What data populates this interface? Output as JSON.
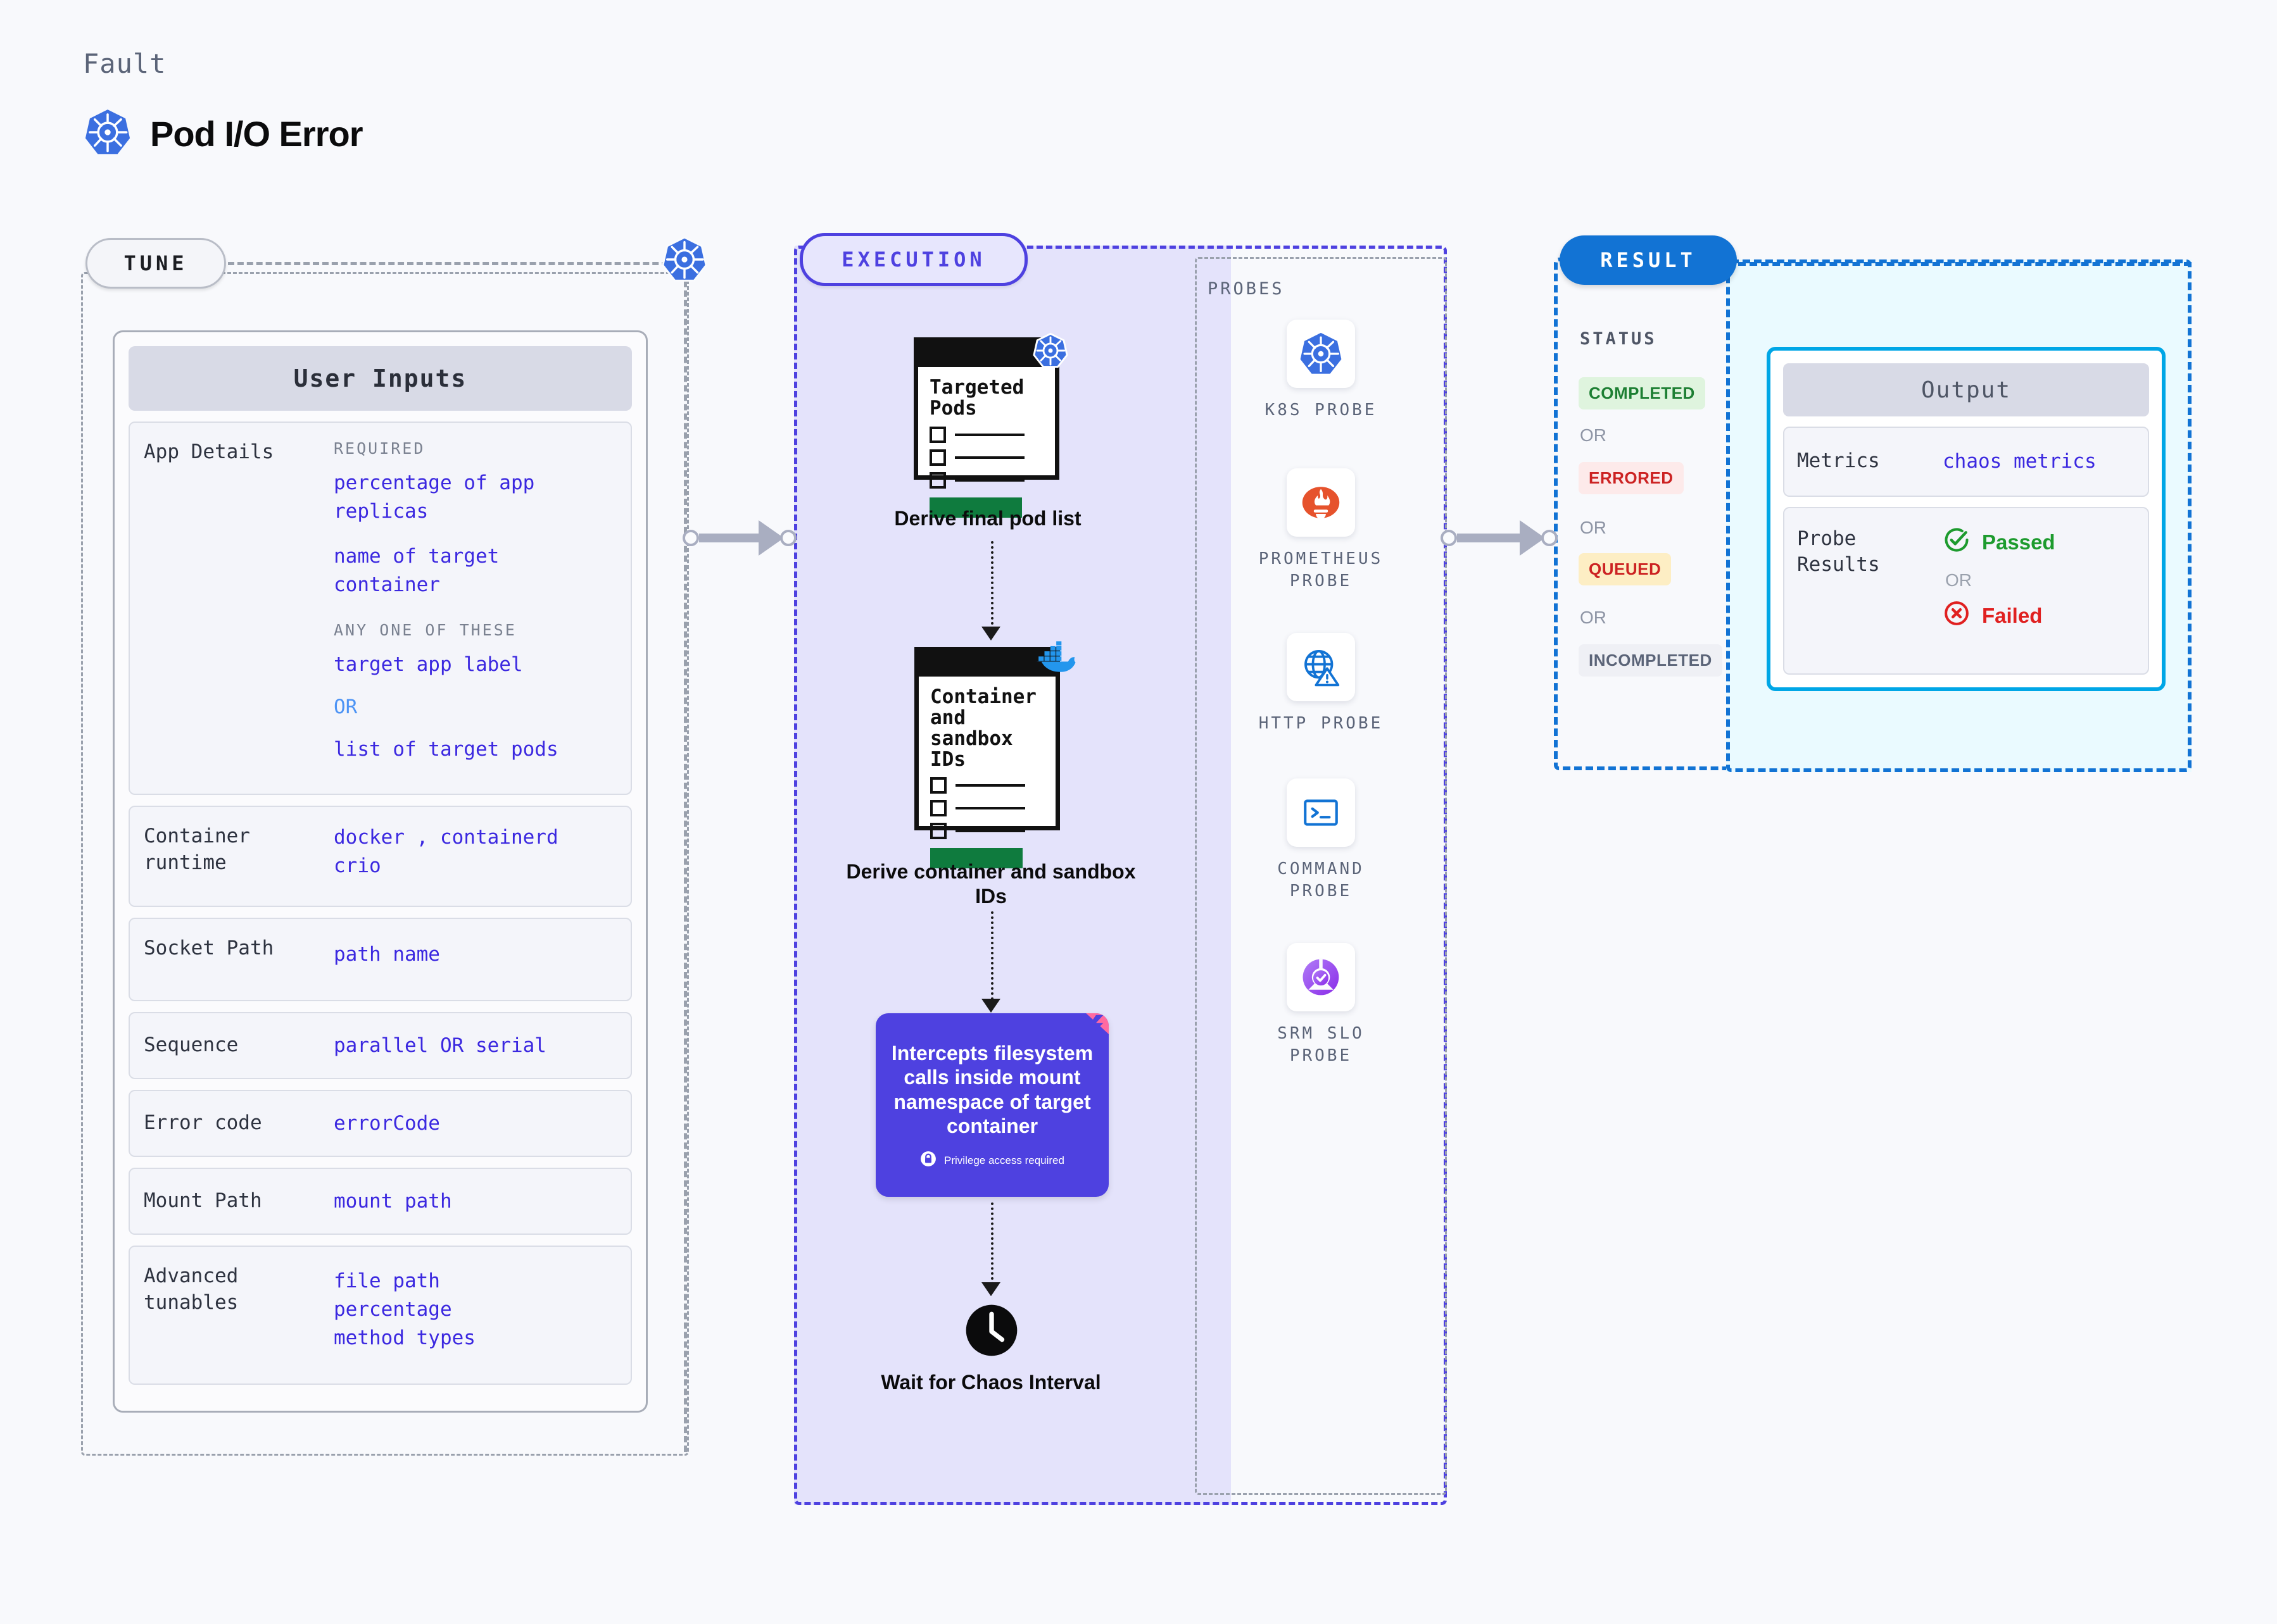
{
  "header": {
    "kicker": "Fault",
    "title": "Pod I/O Error",
    "icon": "kubernetes-icon"
  },
  "tune": {
    "pill": "TUNE",
    "card_title": "User Inputs",
    "badge_icon": "kubernetes-icon",
    "fields": [
      {
        "label": "App Details",
        "groups": [
          {
            "sub": "REQUIRED",
            "values": [
              "percentage of app replicas",
              "name of target container"
            ]
          },
          {
            "sub": "ANY ONE OF THESE",
            "values": [
              "target app label",
              "OR",
              "list of target pods"
            ]
          }
        ]
      },
      {
        "label": "Container runtime",
        "values": [
          "docker , containerd",
          "crio"
        ]
      },
      {
        "label": "Socket Path",
        "values": [
          "path name"
        ]
      },
      {
        "label": "Sequence",
        "values": [
          "parallel OR serial"
        ]
      },
      {
        "label": "Error code",
        "values": [
          "errorCode"
        ]
      },
      {
        "label": "Mount Path",
        "values": [
          "mount path"
        ]
      },
      {
        "label": "Advanced tunables",
        "values": [
          "file path",
          "percentage",
          "method types"
        ]
      }
    ]
  },
  "execution": {
    "pill": "EXECUTION",
    "steps": [
      {
        "card_title": "Targeted Pods",
        "badge_icon": "kubernetes-icon",
        "label": "Derive final pod list"
      },
      {
        "card_title": "Container and sandbox IDs",
        "badge_icon": "docker-icon",
        "label": "Derive container and sandbox IDs"
      }
    ],
    "inject": {
      "text": "Intercepts filesystem calls inside mount namespace of target container",
      "privilege": "Privilege access required",
      "privilege_icon": "lock-icon",
      "ribbon_icon": "litmus-ribbon-icon",
      "color": "#4e41e0"
    },
    "wait": {
      "icon": "clock-icon",
      "label": "Wait for Chaos Interval"
    }
  },
  "probes": {
    "title": "PROBES",
    "items": [
      {
        "name": "K8S PROBE",
        "icon": "kubernetes-icon"
      },
      {
        "name": "PROMETHEUS PROBE",
        "icon": "prometheus-icon"
      },
      {
        "name": "HTTP PROBE",
        "icon": "globe-warning-icon"
      },
      {
        "name": "COMMAND PROBE",
        "icon": "terminal-icon"
      },
      {
        "name": "SRM SLO PROBE",
        "icon": "srm-slo-icon"
      }
    ]
  },
  "result": {
    "pill": "RESULT",
    "status_title": "STATUS",
    "or_label": "OR",
    "statuses": [
      {
        "label": "COMPLETED",
        "color": "#1d7f33",
        "bg": "#dff4de"
      },
      {
        "label": "ERRORED",
        "color": "#cc2222",
        "bg": "#fdeaea"
      },
      {
        "label": "QUEUED",
        "color": "#cc2222",
        "bg": "#fdeec4"
      },
      {
        "label": "INCOMPLETED",
        "color": "#5b6478",
        "bg": "#eff0f5"
      }
    ],
    "output": {
      "title": "Output",
      "metrics_label": "Metrics",
      "metrics_value": "chaos metrics",
      "probe_label": "Probe Results",
      "passed": "Passed",
      "failed": "Failed",
      "or_label": "OR",
      "passed_icon": "check-circle-icon",
      "failed_icon": "x-circle-icon"
    }
  }
}
